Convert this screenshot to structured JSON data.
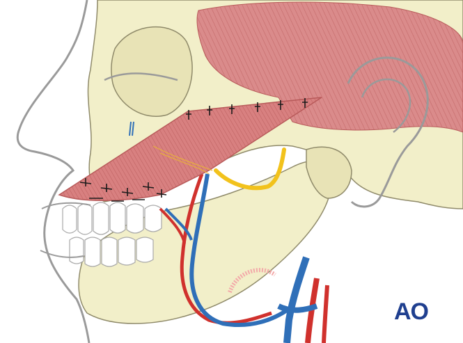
{
  "logo": {
    "text": "AO",
    "color": "#1f3f8f"
  },
  "colors": {
    "bone": "#f2efc9",
    "bone_outline": "#8f8a6a",
    "muscle": "#d98585",
    "muscle_dark": "#b85a5a",
    "artery": "#d0312d",
    "vein": "#2f6fb8",
    "nerve": "#f2c21c",
    "skin_outline": "#9a9a9a"
  },
  "icons": [
    "skull-illustration",
    "temporalis-muscle-flap",
    "suture-marks",
    "facial-vessels",
    "facial-nerve"
  ]
}
